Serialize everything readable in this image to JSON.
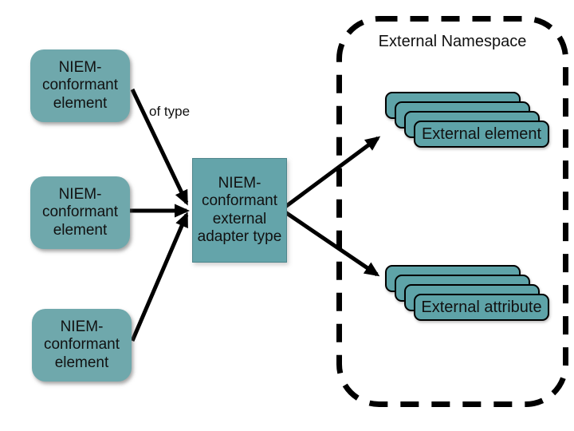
{
  "diagram": {
    "niem_elements": [
      {
        "label": "NIEM-conformant element"
      },
      {
        "label": "NIEM-conformant element"
      },
      {
        "label": "NIEM-conformant element"
      }
    ],
    "adapter": {
      "label": "NIEM-conformant external adapter type"
    },
    "namespace": {
      "title": "External Namespace",
      "element_stack": {
        "label": "External element",
        "count": 4
      },
      "attribute_stack": {
        "label": "External attribute",
        "count": 4
      }
    },
    "arrows": [
      {
        "from": "niem-element-1",
        "to": "adapter",
        "label": "of type"
      },
      {
        "from": "niem-element-2",
        "to": "adapter",
        "label": ""
      },
      {
        "from": "niem-element-3",
        "to": "adapter",
        "label": ""
      },
      {
        "from": "adapter",
        "to": "external-element-stack",
        "label": ""
      },
      {
        "from": "adapter",
        "to": "external-attribute-stack",
        "label": ""
      }
    ],
    "colors": {
      "shape_fill_rounded": "#6FA8AC",
      "shape_fill_adapter": "#64A4AA",
      "shape_fill_stack": "#5EA3A8",
      "outline": "#000000",
      "text": "#111111",
      "background": "#FFFFFF"
    }
  }
}
